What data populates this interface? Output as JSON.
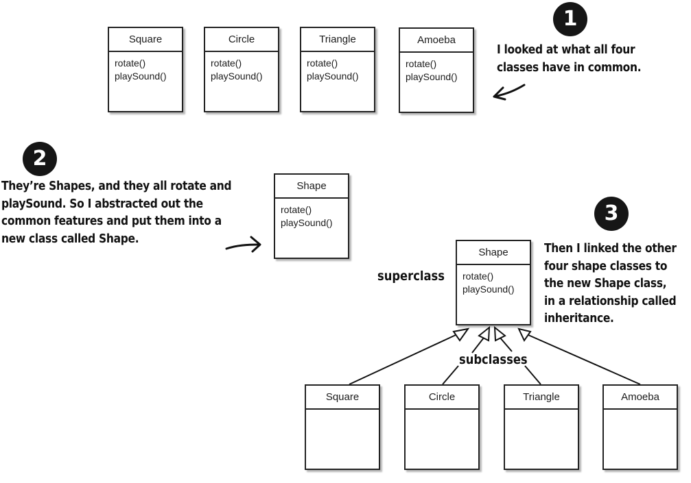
{
  "top_classes": [
    {
      "name": "Square",
      "methods": [
        "rotate()",
        "playSound()"
      ]
    },
    {
      "name": "Circle",
      "methods": [
        "rotate()",
        "playSound()"
      ]
    },
    {
      "name": "Triangle",
      "methods": [
        "rotate()",
        "playSound()"
      ]
    },
    {
      "name": "Amoeba",
      "methods": [
        "rotate()",
        "playSound()"
      ]
    }
  ],
  "step1": {
    "badge": "1",
    "lines": [
      "I looked at what all four",
      "classes have in common."
    ]
  },
  "step2": {
    "badge": "2",
    "lines": [
      "They’re Shapes, and they all rotate and",
      "playSound.  So I abstracted out the",
      "common features and put them into a",
      "new class called Shape."
    ],
    "shape": {
      "name": "Shape",
      "methods": [
        "rotate()",
        "playSound()"
      ]
    }
  },
  "step3": {
    "badge": "3",
    "lines": [
      "Then I linked the other",
      "four shape classes to",
      "the new Shape class,",
      "in a relationship called",
      "inheritance."
    ],
    "superclass_label": "superclass",
    "subclasses_label": "subclasses",
    "shape": {
      "name": "Shape",
      "methods": [
        "rotate()",
        "playSound()"
      ]
    },
    "subclasses": [
      {
        "name": "Square"
      },
      {
        "name": "Circle"
      },
      {
        "name": "Triangle"
      },
      {
        "name": "Amoeba"
      }
    ]
  }
}
